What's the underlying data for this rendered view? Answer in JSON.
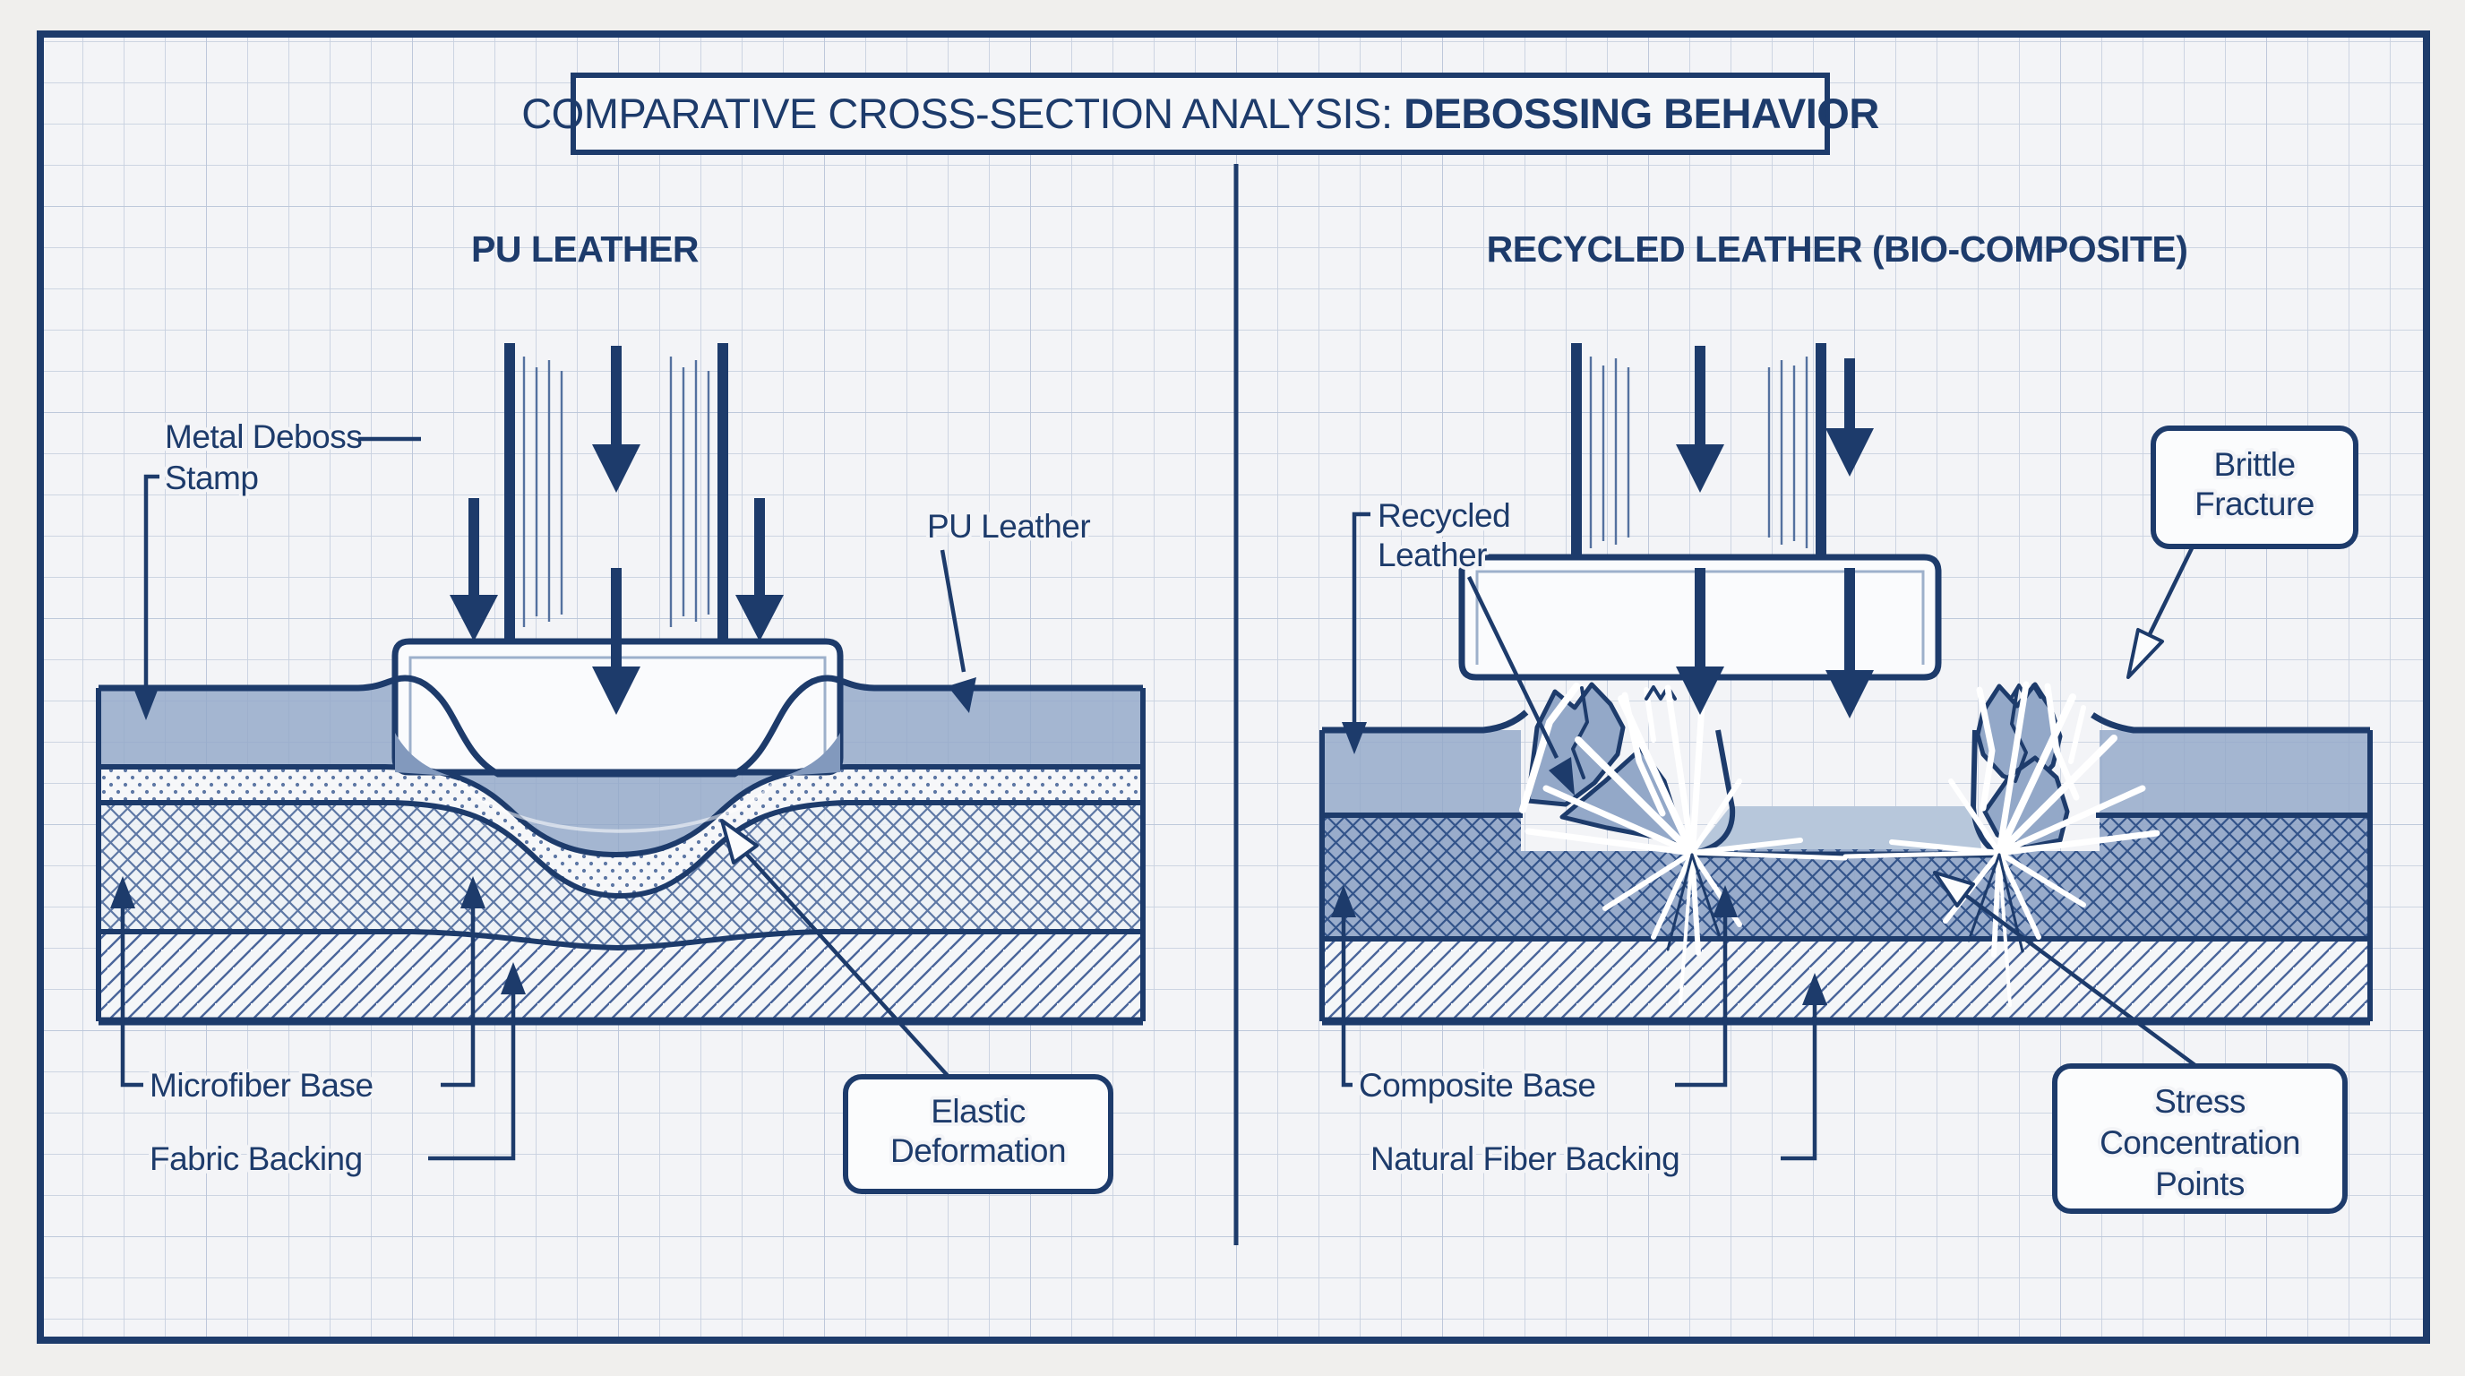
{
  "title": {
    "prefix": "COMPARATIVE CROSS-SECTION ANALYSIS: ",
    "emphasis": "DEBOSSING BEHAVIOR"
  },
  "left_panel": {
    "title": "PU LEATHER",
    "stamp_label": {
      "line1": "Metal Deboss",
      "line2": "Stamp"
    },
    "material_label": "PU Leather",
    "layer_labels": {
      "microfiber": "Microfiber Base",
      "fabric": "Fabric Backing"
    },
    "callout": {
      "line1": "Elastic",
      "line2": "Deformation"
    }
  },
  "right_panel": {
    "title": "RECYCLED LEATHER (BIO-COMPOSITE)",
    "material_label": {
      "line1": "Recycled",
      "line2": "Leather"
    },
    "fracture_callout": {
      "line1": "Brittle",
      "line2": "Fracture"
    },
    "layer_labels": {
      "composite": "Composite Base",
      "fiber": "Natural Fiber Backing"
    },
    "stress_callout": {
      "line1": "Stress",
      "line2": "Concentration",
      "line3": "Points"
    }
  },
  "colors": {
    "ink_navy": "#1d3b6b",
    "leather_blue": "#93a8c8",
    "paper": "#f3f4f7",
    "grid_line": "#c8d1e0",
    "margin": "#f0efed",
    "crack_white": "#ffffff"
  }
}
